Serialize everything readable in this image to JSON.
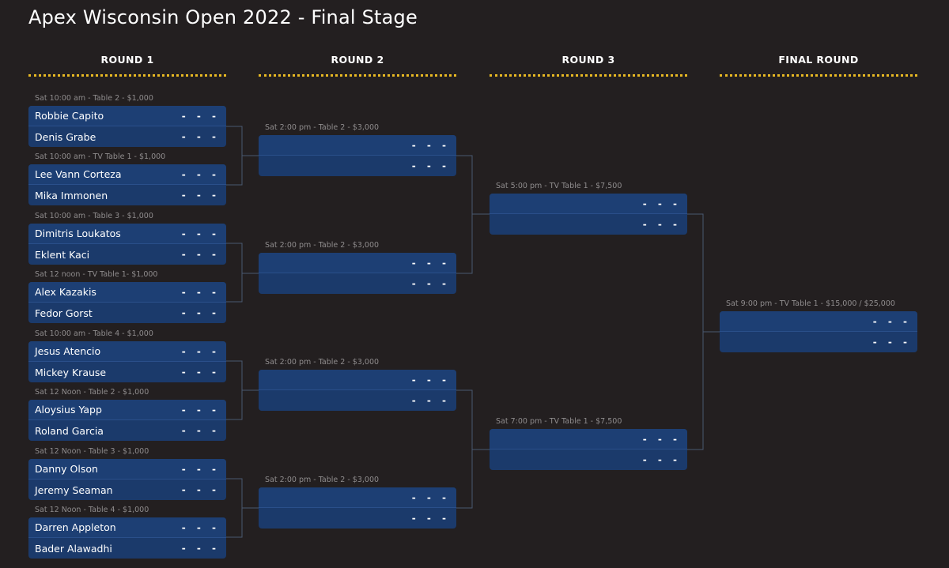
{
  "page": {
    "title": "Apex Wisconsin Open 2022 - Final Stage"
  },
  "rounds": [
    {
      "label": "ROUND 1"
    },
    {
      "label": "ROUND 2"
    },
    {
      "label": "ROUND 3"
    },
    {
      "label": "FINAL ROUND"
    }
  ],
  "score_placeholder": "- - -",
  "matches": {
    "r1": [
      {
        "info": "Sat 10:00 am - Table 2 - $1,000",
        "p1": "Robbie Capito",
        "p2": "Denis Grabe",
        "s1": "- - -",
        "s2": "- - -"
      },
      {
        "info": "Sat 10:00 am - TV Table 1 - $1,000",
        "p1": "Lee Vann Corteza",
        "p2": "Mika Immonen",
        "s1": "- - -",
        "s2": "- - -"
      },
      {
        "info": "Sat 10:00 am - Table 3 - $1,000",
        "p1": "Dimitris Loukatos",
        "p2": "Eklent Kaci",
        "s1": "- - -",
        "s2": "- - -"
      },
      {
        "info": "Sat 12 noon - TV Table 1- $1,000",
        "p1": "Alex Kazakis",
        "p2": "Fedor Gorst",
        "s1": "- - -",
        "s2": "- - -"
      },
      {
        "info": "Sat 10:00 am - Table 4 - $1,000",
        "p1": "Jesus Atencio",
        "p2": "Mickey Krause",
        "s1": "- - -",
        "s2": "- - -"
      },
      {
        "info": "Sat 12 Noon - Table 2 - $1,000",
        "p1": "Aloysius Yapp",
        "p2": "Roland Garcia",
        "s1": "- - -",
        "s2": "- - -"
      },
      {
        "info": "Sat 12 Noon - Table 3 - $1,000",
        "p1": "Danny Olson",
        "p2": "Jeremy Seaman",
        "s1": "- - -",
        "s2": "- - -"
      },
      {
        "info": "Sat 12 Noon - Table 4 - $1,000",
        "p1": "Darren Appleton",
        "p2": "Bader Alawadhi",
        "s1": "- - -",
        "s2": "- - -"
      }
    ],
    "r2": [
      {
        "info": "Sat 2:00 pm - Table 2 - $3,000",
        "p1": "",
        "p2": "",
        "s1": "- - -",
        "s2": "- - -"
      },
      {
        "info": "Sat 2:00 pm - Table 2 - $3,000",
        "p1": "",
        "p2": "",
        "s1": "- - -",
        "s2": "- - -"
      },
      {
        "info": "Sat 2:00 pm - Table 2 - $3,000",
        "p1": "",
        "p2": "",
        "s1": "- - -",
        "s2": "- - -"
      },
      {
        "info": "Sat 2:00 pm - Table 2 - $3,000",
        "p1": "",
        "p2": "",
        "s1": "- - -",
        "s2": "- - -"
      }
    ],
    "r3": [
      {
        "info": "Sat 5:00 pm - TV Table 1 - $7,500",
        "p1": "",
        "p2": "",
        "s1": "- - -",
        "s2": "- - -"
      },
      {
        "info": "Sat 7:00 pm - TV Table 1 - $7,500",
        "p1": "",
        "p2": "",
        "s1": "- - -",
        "s2": "- - -"
      }
    ],
    "final": [
      {
        "info": "Sat 9:00 pm - TV Table 1 - $15,000 / $25,000",
        "p1": "",
        "p2": "",
        "s1": "- - -",
        "s2": "- - -"
      }
    ]
  },
  "colors": {
    "background": "#231f20",
    "card": "#1b3a6b",
    "accent_dots": "#e8b923",
    "info_text": "#8f8c8d"
  }
}
